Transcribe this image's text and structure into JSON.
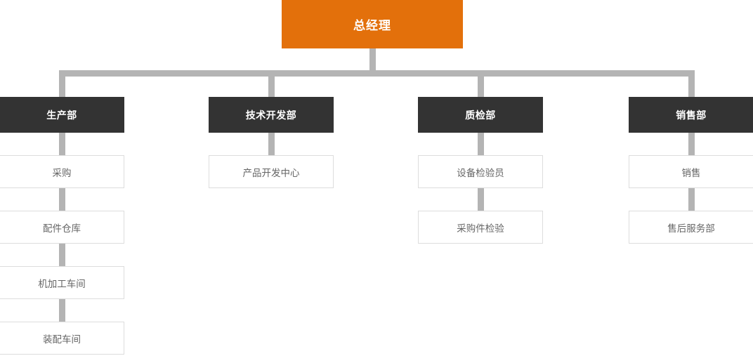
{
  "chart_title": "",
  "colors": {
    "root_bg": "#e3700b",
    "dept_bg": "#333333",
    "sub_bg": "#ffffff",
    "sub_border": "#dddddd",
    "sub_text": "#666666",
    "connector": "#b4b4b4",
    "page_bg": "#ffffff"
  },
  "chart_data": {
    "type": "diagram",
    "layout": "org-chart",
    "root": {
      "label": "总经理",
      "level": 0
    },
    "departments": [
      {
        "label": "生产部",
        "children": [
          {
            "label": "采购"
          },
          {
            "label": "配件仓库"
          },
          {
            "label": "机加工车间"
          },
          {
            "label": "装配车间"
          }
        ]
      },
      {
        "label": "技术开发部",
        "children": [
          {
            "label": "产品开发中心"
          }
        ]
      },
      {
        "label": "质检部",
        "children": [
          {
            "label": "设备检验员"
          },
          {
            "label": "采购件检验"
          }
        ]
      },
      {
        "label": "销售部",
        "children": [
          {
            "label": "销售"
          },
          {
            "label": "售后服务部"
          }
        ]
      }
    ]
  }
}
